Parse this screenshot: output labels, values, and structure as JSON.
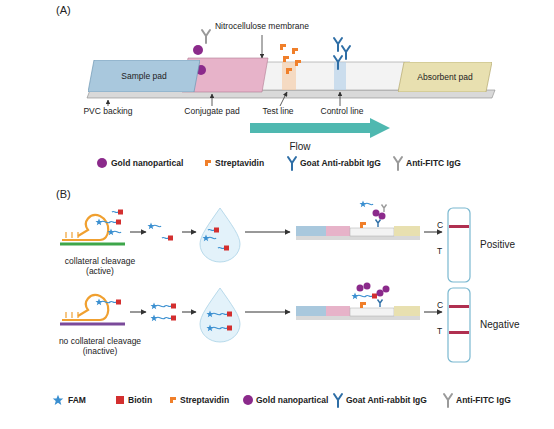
{
  "diagram": {
    "nodes": [
      {
        "text": [
          "Sample pad"
        ]
      },
      {
        "text": [
          "Absorbent pad"
        ]
      }
    ],
    "labels": [
      "(A)",
      "Nitrocellulose membrane",
      "PVC backing",
      "Conjugate pad",
      "Test line",
      "Control line",
      "Flow",
      "(B)",
      "collateral cleavage (active)",
      "C",
      "T",
      "Positive",
      "no collateral cleavage (inactive)",
      "C",
      "T",
      "Negative"
    ],
    "legend": [
      {
        "text": "Gold nanopartical"
      },
      {
        "text": "Streptavidin"
      },
      {
        "text": "Goat Anti-rabbit IgG"
      },
      {
        "text": "Anti-FITC IgG"
      },
      {
        "text": "FAM"
      },
      {
        "text": "Biotin"
      },
      {
        "text": "Streptavidin"
      },
      {
        "text": "Gold nanopartical"
      },
      {
        "text": "Goat Anti-rabbit IgG"
      },
      {
        "text": "Anti-FITC IgG"
      }
    ]
  }
}
